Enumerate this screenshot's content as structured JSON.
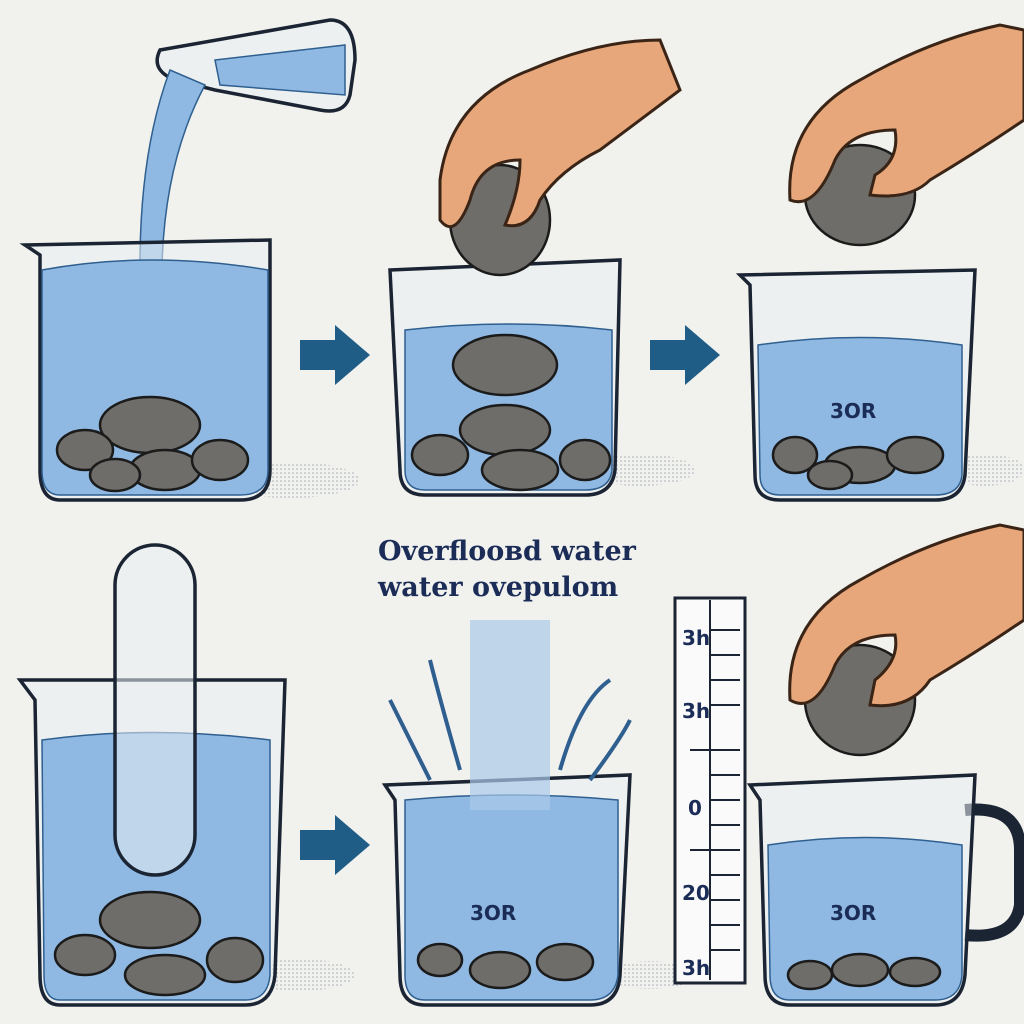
{
  "caption": {
    "line1": "Overfloовd water",
    "line2": "water ovepulom"
  },
  "beaker_marks": {
    "panel3": "3OR",
    "panel5": "3OR",
    "panel6": "3OR"
  },
  "ruler": {
    "labels": [
      "3h",
      "3h",
      "0",
      "20",
      "3h"
    ]
  },
  "colors": {
    "water": "#8fb9e3",
    "arrow": "#1f5d87",
    "outline": "#1b2433",
    "text": "#1b2d57"
  }
}
